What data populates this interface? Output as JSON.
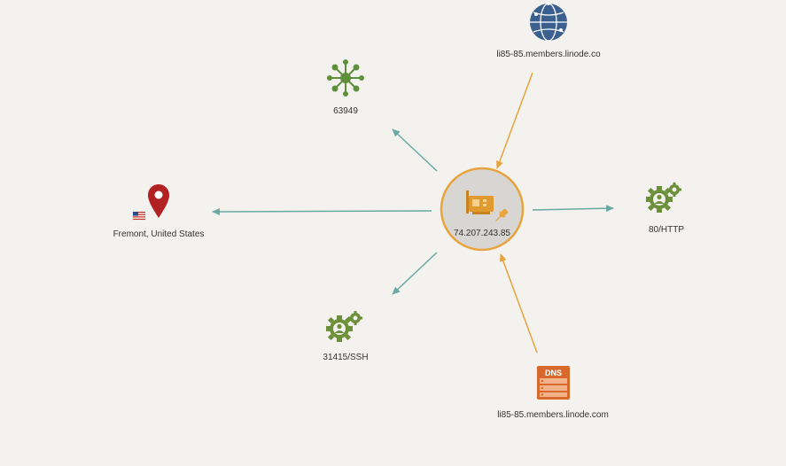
{
  "graph": {
    "center": {
      "label": "74.207.243.85",
      "type": "ip-address",
      "icon": "network-card-icon",
      "pin_icon": "pin-icon"
    },
    "nodes": {
      "asn": {
        "label": "63949",
        "icon": "network-hub-icon"
      },
      "hostname_top": {
        "label": "li85-85.members.linode.co",
        "icon": "globe-icon"
      },
      "location": {
        "label": "Fremont, United States",
        "icon": "map-pin-icon",
        "flag": "us-flag-icon"
      },
      "port_http": {
        "label": "80/HTTP",
        "icon": "gears-user-icon"
      },
      "port_ssh": {
        "label": "31415/SSH",
        "icon": "gears-user-icon"
      },
      "dns": {
        "label": "li85-85.members.linode.com",
        "icon": "dns-server-icon",
        "badge": "DNS"
      }
    },
    "edges": [
      {
        "from": "center",
        "to": "asn",
        "direction": "outgoing"
      },
      {
        "from": "center",
        "to": "location",
        "direction": "outgoing"
      },
      {
        "from": "center",
        "to": "port_http",
        "direction": "outgoing"
      },
      {
        "from": "center",
        "to": "port_ssh",
        "direction": "outgoing"
      },
      {
        "from": "hostname_top",
        "to": "center",
        "direction": "incoming"
      },
      {
        "from": "dns",
        "to": "center",
        "direction": "incoming"
      }
    ],
    "colors": {
      "outgoing_edge": "#6aa9a1",
      "incoming_edge": "#e8a33d",
      "hub_fill": "#d7d6d3",
      "hub_stroke": "#e8a33d",
      "asn_icon": "#5f8f3a",
      "gear_icon": "#6c8f3a",
      "globe_icon": "#3b5f8f",
      "pin_icon": "#b22222",
      "dns_icon": "#d9682d"
    }
  }
}
